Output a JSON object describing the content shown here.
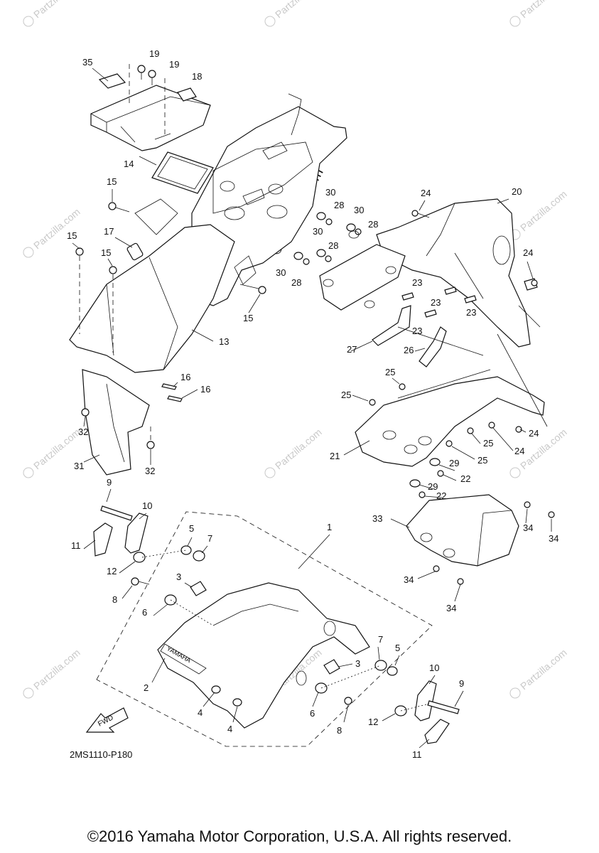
{
  "diagram": {
    "code": "2MS1110-P180",
    "brand_mark": "© Partzilla.com",
    "fwd_label": "FWD",
    "fender_lettering": "YAMAHA",
    "callouts": [
      "1",
      "2",
      "3",
      "4",
      "5",
      "6",
      "7",
      "8",
      "9",
      "10",
      "11",
      "12",
      "13",
      "14",
      "15",
      "16",
      "17",
      "18",
      "19",
      "20",
      "21",
      "22",
      "23",
      "24",
      "25",
      "26",
      "27",
      "28",
      "29",
      "30",
      "31",
      "32",
      "33",
      "34",
      "35"
    ]
  },
  "watermark": {
    "text": "Partzilla.com",
    "symbol": "©"
  },
  "footer": {
    "copyright": "©2016 Yamaha Motor Corporation, U.S.A. All rights reserved."
  }
}
